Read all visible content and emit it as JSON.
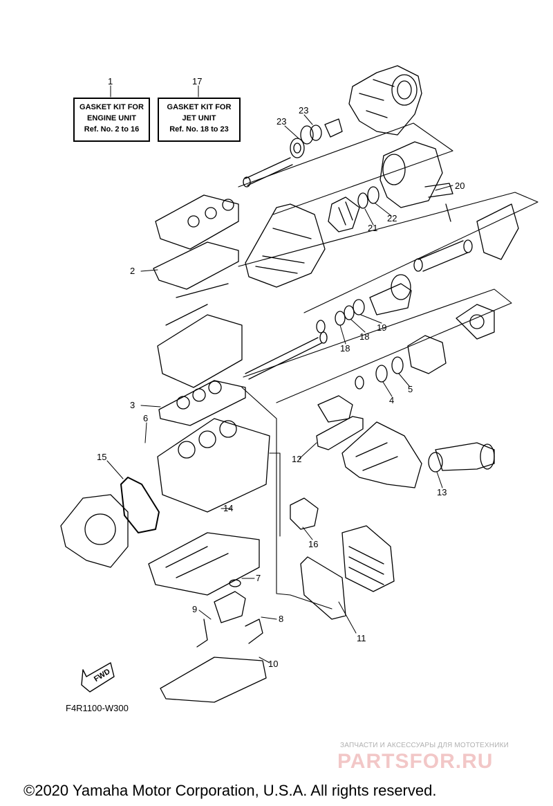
{
  "kits": [
    {
      "ref": "1",
      "lines": [
        "GASKET KIT FOR",
        "ENGINE UNIT",
        "Ref. No. 2 to 16"
      ]
    },
    {
      "ref": "17",
      "lines": [
        "GASKET KIT FOR",
        "JET UNIT",
        "Ref. No. 18 to 23"
      ]
    }
  ],
  "callouts": [
    "2",
    "3",
    "4",
    "5",
    "6",
    "7",
    "8",
    "9",
    "10",
    "11",
    "12",
    "13",
    "14",
    "15",
    "16",
    "18",
    "18",
    "19",
    "20",
    "21",
    "22",
    "23",
    "23"
  ],
  "fwd_label": "FWD",
  "figure_code": "F4R1100-W300",
  "watermark": {
    "tagline": "ЗАПЧАСТИ И АКСЕССУАРЫ ДЛЯ МОТОТЕХНИКИ",
    "logo": "PARTSFOR.RU"
  },
  "copyright": "©2020 Yamaha Motor Corporation, U.S.A. All rights reserved."
}
